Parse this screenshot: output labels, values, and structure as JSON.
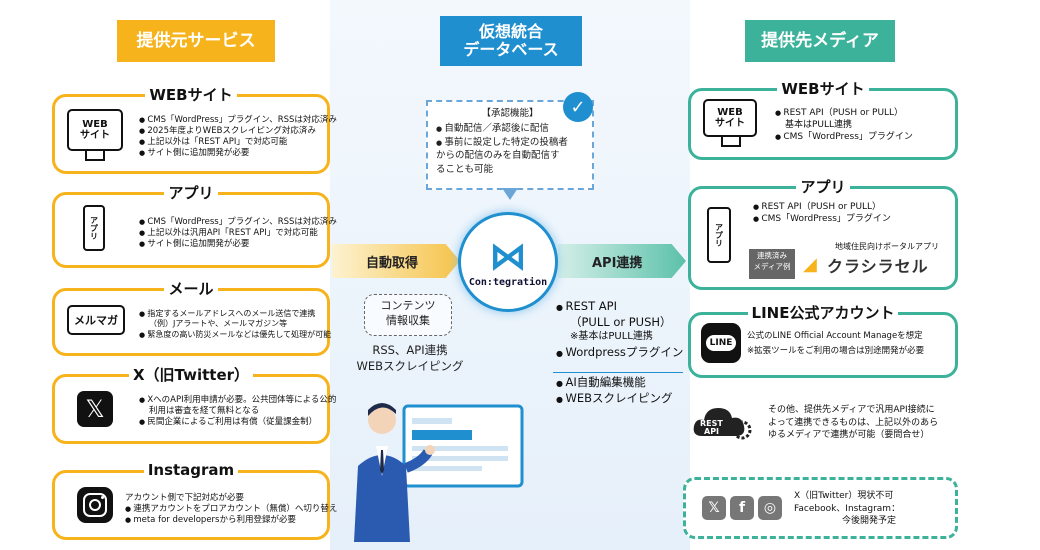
{
  "headers": {
    "left": "提供元サービス",
    "mid_line1": "仮想統合",
    "mid_line2": "データベース",
    "right": "提供先メディア"
  },
  "providers": {
    "web": {
      "title": "WEBサイト",
      "icon_line1": "WEB",
      "icon_line2": "サイト",
      "items": [
        "CMS「WordPress」プラグイン、RSSは対応済み",
        "2025年度よりWEBスクレイピング対応済み",
        "上記以外は「REST API」で対応可能",
        "サイト側に追加開発が必要"
      ]
    },
    "app": {
      "title": "アプリ",
      "icon": "アプリ",
      "items": [
        "CMS「WordPress」プラグイン、RSSは対応済み",
        "上記以外は汎用API「REST API」で対応可能",
        "サイト側に追加開発が必要"
      ]
    },
    "mail": {
      "title": "メール",
      "icon": "メルマガ",
      "line1": "指定するメールアドレスへのメール送信で連携",
      "line2": "（例）Jアラートや、メールマガジン等",
      "line3": "緊急度の高い防災メールなどは優先して処理が可能"
    },
    "x": {
      "title": "X（旧Twitter）",
      "line1": "XへのAPI利用申請が必要。公共団体等による公的",
      "line2": "利用は審査を経て無料となる",
      "line3": "民間企業によるご利用は有償（従量課金制）"
    },
    "instagram": {
      "title": "Instagram",
      "line1": "アカウント側で下記対応が必要",
      "line2": "連携アカウントをプロアカウント（無償）へ切り替え",
      "line3": "meta for developersから利用登録が必要"
    }
  },
  "center": {
    "bubble_title": "【承認機能】",
    "bubble_item1": "自動配信／承認後に配信",
    "bubble_item2_l1": "事前に設定した特定の投稿者",
    "bubble_item2_l2": "からの配信のみを自動配信す",
    "bubble_item2_l3": "ることも可能",
    "check": "✓",
    "logo_mark": "⋈",
    "logo_name": "Con:tegration",
    "arrow_left": "自動取得",
    "arrow_right": "API連携",
    "collect_l1": "コンテンツ",
    "collect_l2": "情報収集",
    "collect_sub_l1": "RSS、API連携",
    "collect_sub_l2": "WEBスクレイピング",
    "api1": "REST API",
    "api1_sub1": "（PULL or PUSH）",
    "api1_sub2": "※基本はPULL連携",
    "api2": "Wordpressプラグイン",
    "api3": "AI自動編集機能",
    "api4": "WEBスクレイピング"
  },
  "media": {
    "web": {
      "title": "WEBサイト",
      "icon_line1": "WEB",
      "icon_line2": "サイト",
      "item1": "REST API（PUSH or PULL）",
      "item1_sub": "基本はPULL連携",
      "item2": "CMS「WordPress」プラグイン"
    },
    "app": {
      "title": "アプリ",
      "icon": "アプリ",
      "item1": "REST API（PUSH or PULL）",
      "item2": "CMS「WordPress」プラグイン",
      "example_badge_l1": "連携済み",
      "example_badge_l2": "メディア例",
      "portal_caption": "地域住民向けポータルアプリ",
      "portal_name": "クラシラセル"
    },
    "line": {
      "title": "LINE公式アカウント",
      "icon": "LINE",
      "line1": "公式のLINE Official Account Manageを想定",
      "line2": "※拡張ツールをご利用の場合は別途開発が必要"
    },
    "note_l1": "その他、提供先メディアで汎用API接続に",
    "note_l2": "よって連携できるものは、上記以外のあら",
    "note_l3": "ゆるメディアで連携が可能（要問合せ）",
    "restapi_l1": "REST",
    "restapi_l2": "API",
    "social_x": "X（旧Twitter）現状不可",
    "social_fb_l1": "Facebook、Instagram：",
    "social_fb_l2": "今後開発予定"
  },
  "colors": {
    "provider": "#f6b31b",
    "center": "#1f8fcf",
    "media": "#3cb29a"
  }
}
